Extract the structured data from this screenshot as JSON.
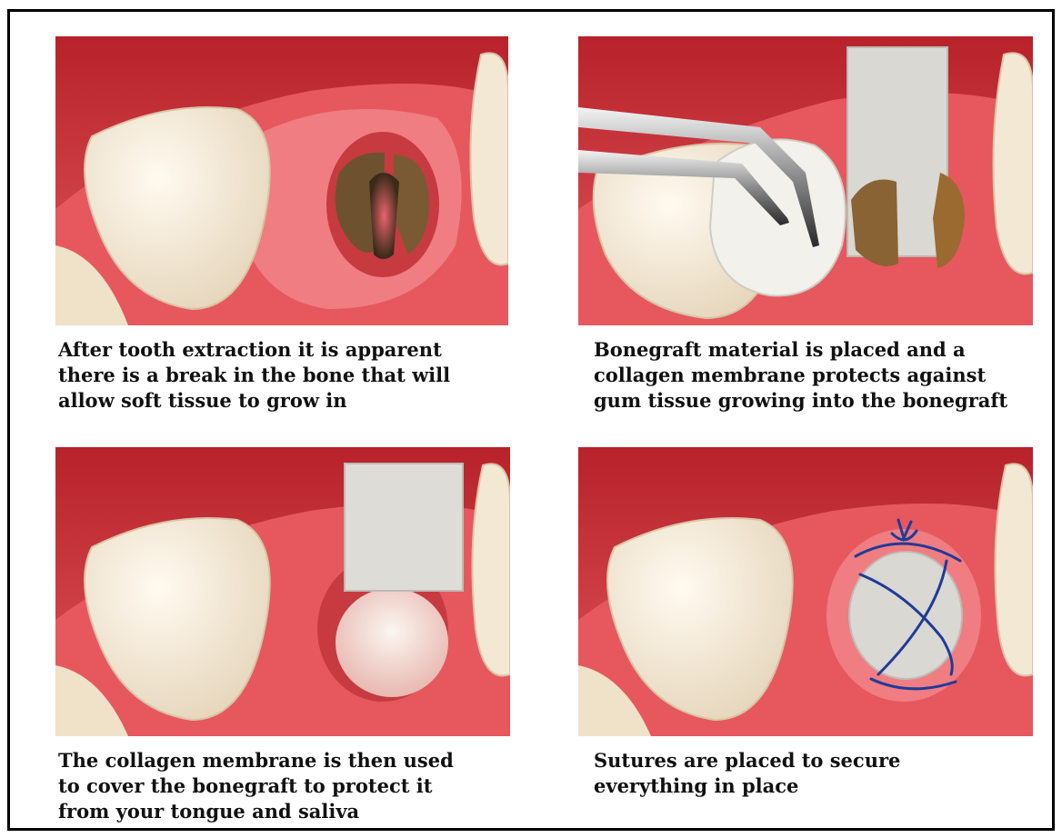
{
  "panels": [
    {
      "id": "extraction",
      "caption_lines": [
        "After tooth extraction it is apparent",
        "there is a break in the bone that will",
        "allow soft tissue to grow in"
      ]
    },
    {
      "id": "bonegraft-placement",
      "caption_lines": [
        "Bonegraft material is placed and a",
        "collagen membrane protects against",
        "gum tissue growing into the bonegraft"
      ]
    },
    {
      "id": "collagen-membrane",
      "caption_lines": [
        "The collagen membrane is then used",
        "to cover the bonegraft to protect it",
        "from your tongue and saliva"
      ]
    },
    {
      "id": "sutures",
      "caption_lines": [
        "Sutures are placed to secure",
        "everything in place"
      ]
    }
  ],
  "colors": {
    "gum": "#e05058",
    "gum_light": "#f28a8f",
    "background_red": "#c8282f",
    "tooth": "#f4ead8",
    "bone": "#8a6a3a",
    "graft": "#ecebe6",
    "membrane": "#d8d8d2",
    "suture": "#1f3b99"
  }
}
